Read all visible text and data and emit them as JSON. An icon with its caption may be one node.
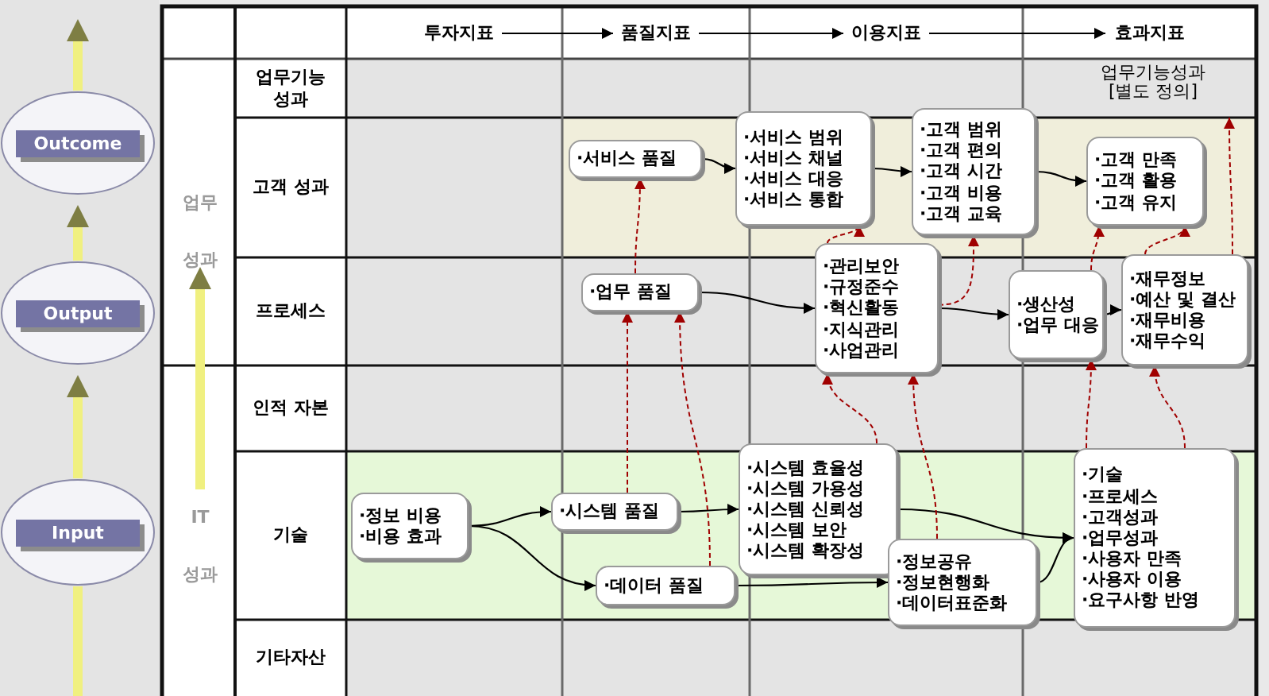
{
  "diagram": {
    "nodes": [
      {
        "text": [
          "Outcome"
        ]
      },
      {
        "text": [
          "Output"
        ]
      },
      {
        "text": [
          "Input"
        ]
      },
      {
        "text": [
          "업무 성과"
        ]
      },
      {
        "text": [
          "IT 성과"
        ]
      },
      {
        "text": [
          "투자지표"
        ]
      },
      {
        "text": [
          "품질지표"
        ]
      },
      {
        "text": [
          "이용지표"
        ]
      },
      {
        "text": [
          "효과지표"
        ]
      },
      {
        "text": [
          "업무기능성과 [별도 정의]"
        ]
      },
      {
        "text": [
          "·서비스 품질"
        ]
      },
      {
        "text": [
          "·업무 품질"
        ]
      },
      {
        "text": [
          "·서비스 범위",
          "·서비스 채널",
          "·서비스 대응",
          "·서비스 통합"
        ]
      },
      {
        "text": [
          "·고객 범위",
          "·고객 편의",
          "·고객 시간",
          "·고객 비용",
          "·고객 교육"
        ]
      },
      {
        "text": [
          "·고객 만족",
          "·고객 활용",
          "·고객 유지"
        ]
      },
      {
        "text": [
          "·관리보안",
          "·규정준수",
          "·혁신활동",
          "·지식관리",
          "·사업관리"
        ]
      },
      {
        "text": [
          "·생산성",
          "·업무 대응"
        ]
      },
      {
        "text": [
          "·재무정보",
          "·예산 및 결산",
          "·재무비용",
          "·재무수익"
        ]
      },
      {
        "text": [
          "·정보 비용",
          "·비용 효과"
        ]
      },
      {
        "text": [
          "·시스템 품질"
        ]
      },
      {
        "text": [
          "·데이터 품질"
        ]
      },
      {
        "text": [
          "·시스템 효율성",
          "·시스템 가용성",
          "·시스템 신뢰성",
          "·시스템 보안",
          "·시스템 확장성"
        ]
      },
      {
        "text": [
          "·정보공유",
          "·정보현행화",
          "·데이터표준화"
        ]
      },
      {
        "text": [
          "·기술",
          "·프로세스",
          "·고객성과",
          "·업무성과",
          "·사용자 만족",
          "·사용자 이용",
          "·요구사항 반영"
        ]
      }
    ],
    "edges": [
      {
        "from": 18,
        "to": 19,
        "arrow": "to"
      },
      {
        "from": 18,
        "to": 20,
        "arrow": "to"
      },
      {
        "from": 19,
        "to": 21,
        "arrow": "to"
      },
      {
        "from": 20,
        "to": 22,
        "arrow": "to"
      },
      {
        "from": 21,
        "to": 23,
        "arrow": "to"
      },
      {
        "from": 22,
        "to": 23,
        "arrow": "to"
      },
      {
        "from": 10,
        "to": 12,
        "arrow": "to"
      },
      {
        "from": 12,
        "to": 13,
        "arrow": "to"
      },
      {
        "from": 13,
        "to": 14,
        "arrow": "to"
      },
      {
        "from": 11,
        "to": 15,
        "arrow": "to"
      },
      {
        "from": 15,
        "to": 16,
        "arrow": "to"
      },
      {
        "from": 16,
        "to": 17,
        "arrow": "to"
      },
      {
        "from": 5,
        "to": 6,
        "arrow": "to"
      },
      {
        "from": 6,
        "to": 7,
        "arrow": "to"
      },
      {
        "from": 7,
        "to": 8,
        "arrow": "to"
      },
      {
        "from": 11,
        "to": 10,
        "arrow": "to",
        "style": "dashed",
        "color": "#a00000"
      },
      {
        "from": 19,
        "to": 11,
        "arrow": "to",
        "style": "dashed",
        "color": "#a00000"
      },
      {
        "from": 20,
        "to": 11,
        "arrow": "to",
        "style": "dashed",
        "color": "#a00000"
      },
      {
        "from": 15,
        "to": 12,
        "arrow": "to",
        "style": "dashed",
        "color": "#a00000"
      },
      {
        "from": 15,
        "to": 13,
        "arrow": "to",
        "style": "dashed",
        "color": "#a00000"
      },
      {
        "from": 21,
        "to": 15,
        "arrow": "to",
        "style": "dashed",
        "color": "#a00000"
      },
      {
        "from": 22,
        "to": 15,
        "arrow": "to",
        "style": "dashed",
        "color": "#a00000"
      },
      {
        "from": 16,
        "to": 14,
        "arrow": "to",
        "style": "dashed",
        "color": "#a00000"
      },
      {
        "from": 17,
        "to": 14,
        "arrow": "to",
        "style": "dashed",
        "color": "#a00000"
      },
      {
        "from": 17,
        "to": 9,
        "arrow": "to",
        "style": "dashed",
        "color": "#a00000"
      },
      {
        "from": 23,
        "to": 16,
        "arrow": "to",
        "style": "dashed",
        "color": "#a00000"
      },
      {
        "from": 23,
        "to": 17,
        "arrow": "to",
        "style": "dashed",
        "color": "#a00000"
      },
      {
        "from": null,
        "to": 2,
        "arrow": "none",
        "style": "thick",
        "color": "#f0f080"
      },
      {
        "from": 2,
        "to": 1,
        "arrow": "to",
        "style": "thick",
        "color": "#f0f080"
      },
      {
        "from": 1,
        "to": 0,
        "arrow": "to",
        "style": "thick",
        "color": "#f0f080"
      },
      {
        "from": 0,
        "to": null,
        "arrow": "to",
        "style": "thick",
        "color": "#f0f080"
      },
      {
        "from": 4,
        "to": 3,
        "arrow": "to",
        "style": "thick",
        "color": "#f0f080"
      }
    ],
    "labels": [
      "업무기능 성과",
      "고객 성과",
      "프로세스",
      "인적 자본",
      "기술",
      "기타자산"
    ]
  }
}
